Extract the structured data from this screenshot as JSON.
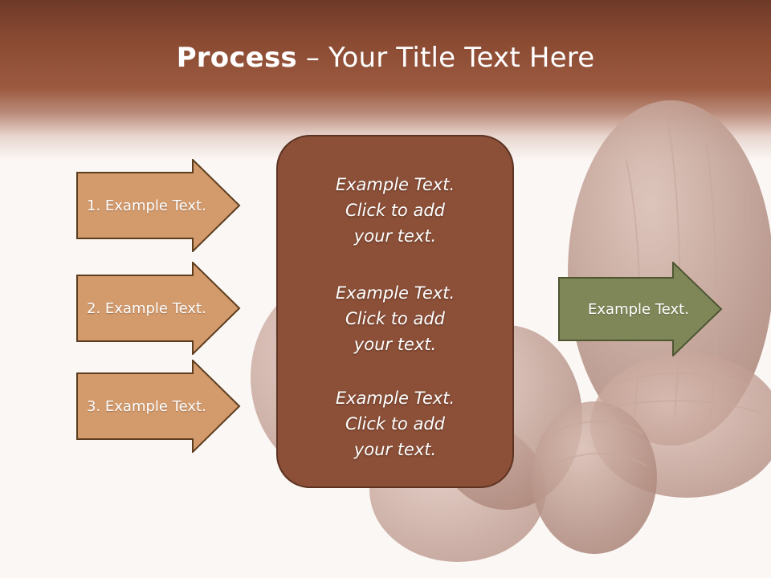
{
  "slide": {
    "title_bold": "Process",
    "title_rest": " – Your Title Text Here"
  },
  "steps": [
    {
      "label": "1. Example Text."
    },
    {
      "label": "2. Example Text."
    },
    {
      "label": "3. Example Text."
    }
  ],
  "center_box": {
    "paragraphs": [
      {
        "lines": [
          "Example Text.",
          "Click  to add",
          "your text."
        ]
      },
      {
        "lines": [
          "Example Text.",
          "Click  to add",
          "your text."
        ]
      },
      {
        "lines": [
          "Example Text.",
          "Click  to add",
          "your text."
        ]
      }
    ]
  },
  "result": {
    "label": "Example Text."
  },
  "colors": {
    "header": "#8a4a32",
    "step_arrow": "#d39a6c",
    "center_box": "#8c4f37",
    "result_arrow": "#7f8758"
  }
}
